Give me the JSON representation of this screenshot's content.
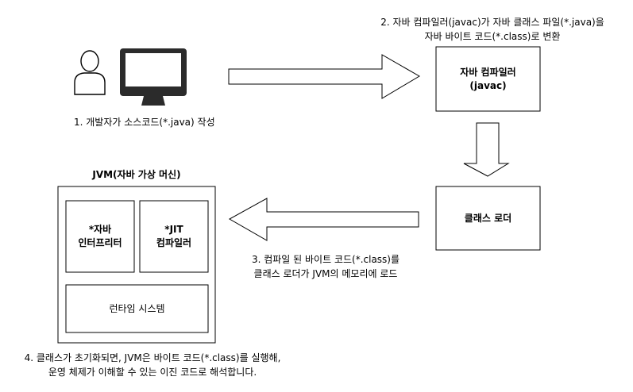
{
  "icons": {
    "person": "person-icon",
    "monitor": "monitor-icon"
  },
  "steps": {
    "step1": "1. 개발자가 소스코드(*.java) 작성",
    "step2": [
      "2. 자바 컴파일러(javac)가 자바 클래스 파일(*.java)을",
      "자바 바이트 코드(*.class)로 변환"
    ],
    "step3": [
      "3. 컴파일 된 바이트 코드(*.class)를",
      "클래스 로더가 JVM의 메모리에 로드"
    ],
    "step4": [
      "4. 클래스가 초기화되면, JVM은 바이트 코드(*.class)를 실행해,",
      "운영 체제가 이해할 수 있는 이진 코드로 해석합니다."
    ]
  },
  "boxes": {
    "compiler": [
      "자바 컴파일러",
      "(javac)"
    ],
    "class_loader": "클래스 로더",
    "jvm_title": "JVM(자바 가상 머신)",
    "interpreter": [
      "*자바",
      "인터프리터"
    ],
    "jit": [
      "*JIT",
      "컴파일러"
    ],
    "runtime": "런타임 시스템"
  }
}
